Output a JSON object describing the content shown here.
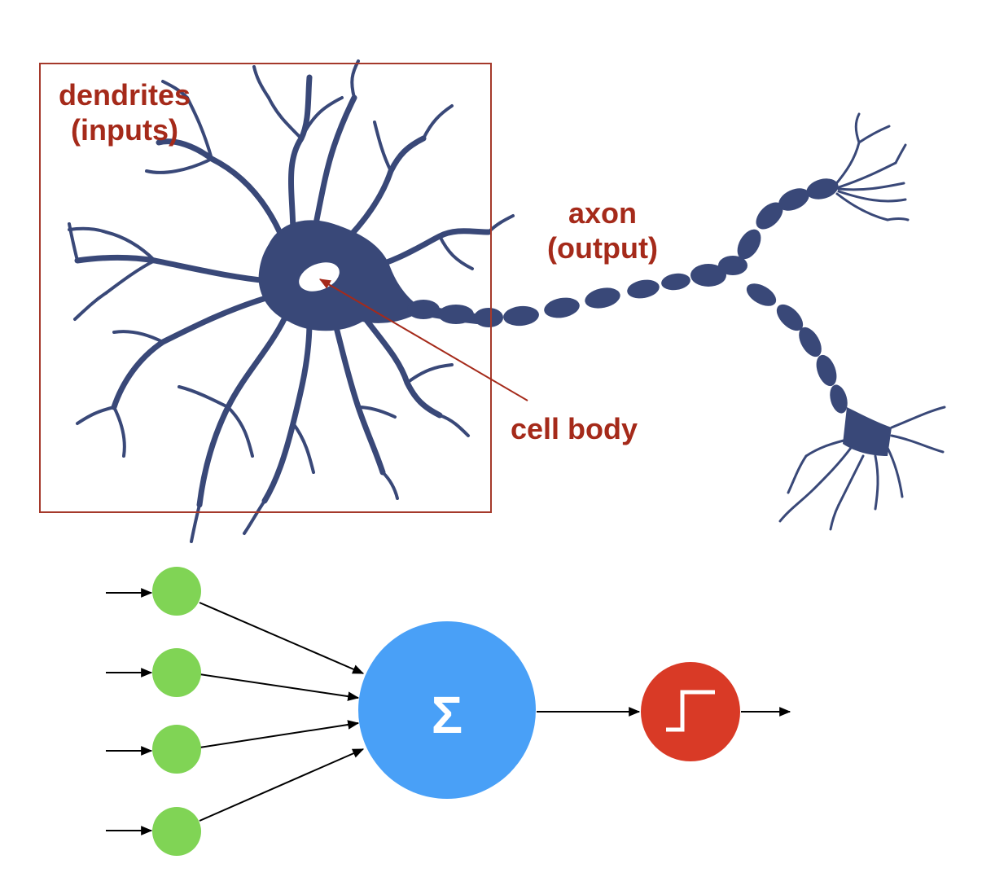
{
  "colors": {
    "neuron": "#394878",
    "label": "#a52a1a",
    "box": "#a5392b",
    "input_node": "#80d455",
    "sum_node": "#49a0f7",
    "step_node": "#d93a26",
    "arrow": "#000000"
  },
  "neuron_diagram": {
    "dendrites_label": [
      "dendrites",
      "(inputs)"
    ],
    "axon_label": [
      "axon",
      "(output)"
    ],
    "cell_body_label": "cell body"
  },
  "perceptron": {
    "inputs": [
      "input-1",
      "input-2",
      "input-3",
      "input-4"
    ],
    "sum_symbol": "Σ",
    "activation_icon": "step-function-icon"
  }
}
